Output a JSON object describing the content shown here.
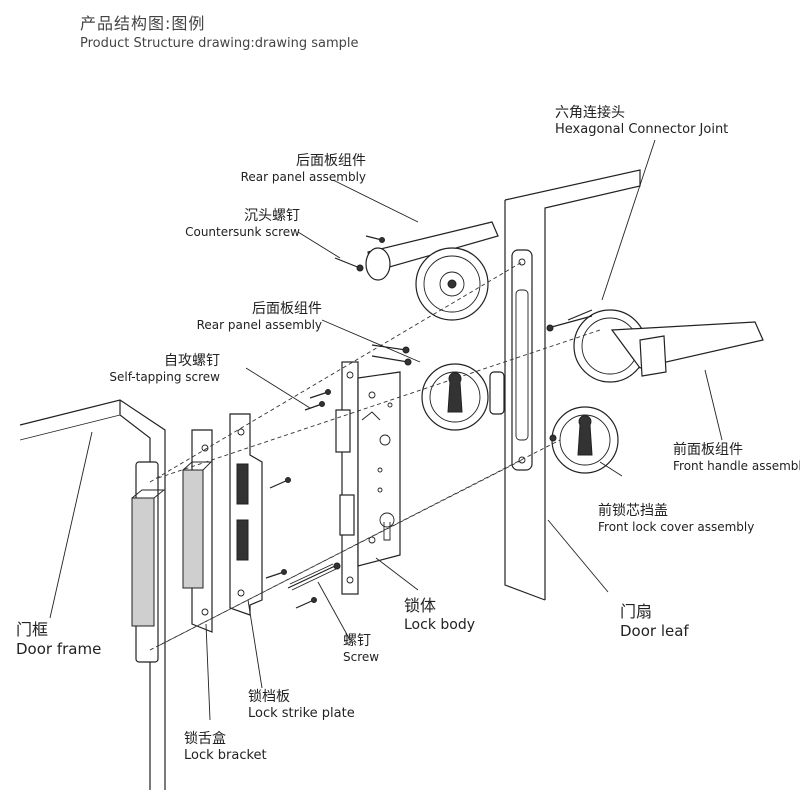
{
  "header": {
    "title_zh": "产品结构图:图例",
    "title_en": "Product Structure drawing:drawing sample"
  },
  "labels": {
    "hex_connector": {
      "zh": "六角连接头",
      "en": "Hexagonal Connector Joint"
    },
    "rear_panel_top": {
      "zh": "后面板组件",
      "en": "Rear panel assembly"
    },
    "countersunk_screw": {
      "zh": "沉头螺钉",
      "en": "Countersunk screw"
    },
    "rear_panel_mid": {
      "zh": "后面板组件",
      "en": "Rear panel assembly"
    },
    "self_tapping_screw": {
      "zh": "自攻螺钉",
      "en": "Self-tapping screw"
    },
    "front_handle": {
      "zh": "前面板组件",
      "en": "Front handle assembly"
    },
    "front_lock_cover": {
      "zh": "前锁芯挡盖",
      "en": "Front lock cover assembly"
    },
    "lock_body": {
      "zh": "锁体",
      "en": "Lock body"
    },
    "screw": {
      "zh": "螺钉",
      "en": "Screw"
    },
    "door_leaf": {
      "zh": "门扇",
      "en": "Door leaf"
    },
    "door_frame": {
      "zh": "门框",
      "en": "Door frame"
    },
    "lock_strike_plate": {
      "zh": "锁档板",
      "en": "Lock strike plate"
    },
    "lock_bracket": {
      "zh": "锁舌盒",
      "en": "Lock bracket"
    }
  }
}
